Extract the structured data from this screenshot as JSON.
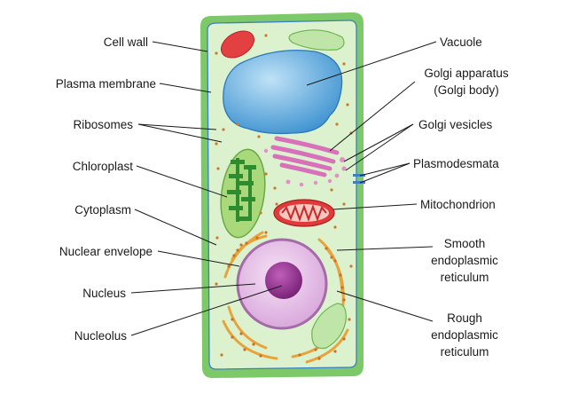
{
  "diagram": {
    "labels": {
      "cell_wall": "Cell wall",
      "plasma_membrane": "Plasma membrane",
      "ribosomes": "Ribosomes",
      "chloroplast": "Chloroplast",
      "cytoplasm": "Cytoplasm",
      "nuclear_envelope": "Nuclear envelope",
      "nucleus": "Nucleus",
      "nucleolus": "Nucleolus",
      "vacuole": "Vacuole",
      "golgi_line1": "Golgi apparatus",
      "golgi_line2": "(Golgi body)",
      "golgi_vesicles": "Golgi vesicles",
      "plasmodesmata": "Plasmodesmata",
      "mitochondrion": "Mitochondrion",
      "smooth_er_line1": "Smooth",
      "smooth_er_line2": "endoplasmic",
      "smooth_er_line3": "reticulum",
      "rough_er_line1": "Rough",
      "rough_er_line2": "endoplasmic",
      "rough_er_line3": "reticulum"
    },
    "colors": {
      "cell_wall": "#7dc96a",
      "cytoplasm": "#dcf2cf",
      "vacuole": "#4aa2dc",
      "golgi": "#e48fc8",
      "mitochondrion": "#e23a3a",
      "chloroplast": "#8ccc5a",
      "nucleus": "#e7bde8",
      "nucleolus": "#8e2e8a",
      "rough_er": "#e8a33a"
    }
  }
}
